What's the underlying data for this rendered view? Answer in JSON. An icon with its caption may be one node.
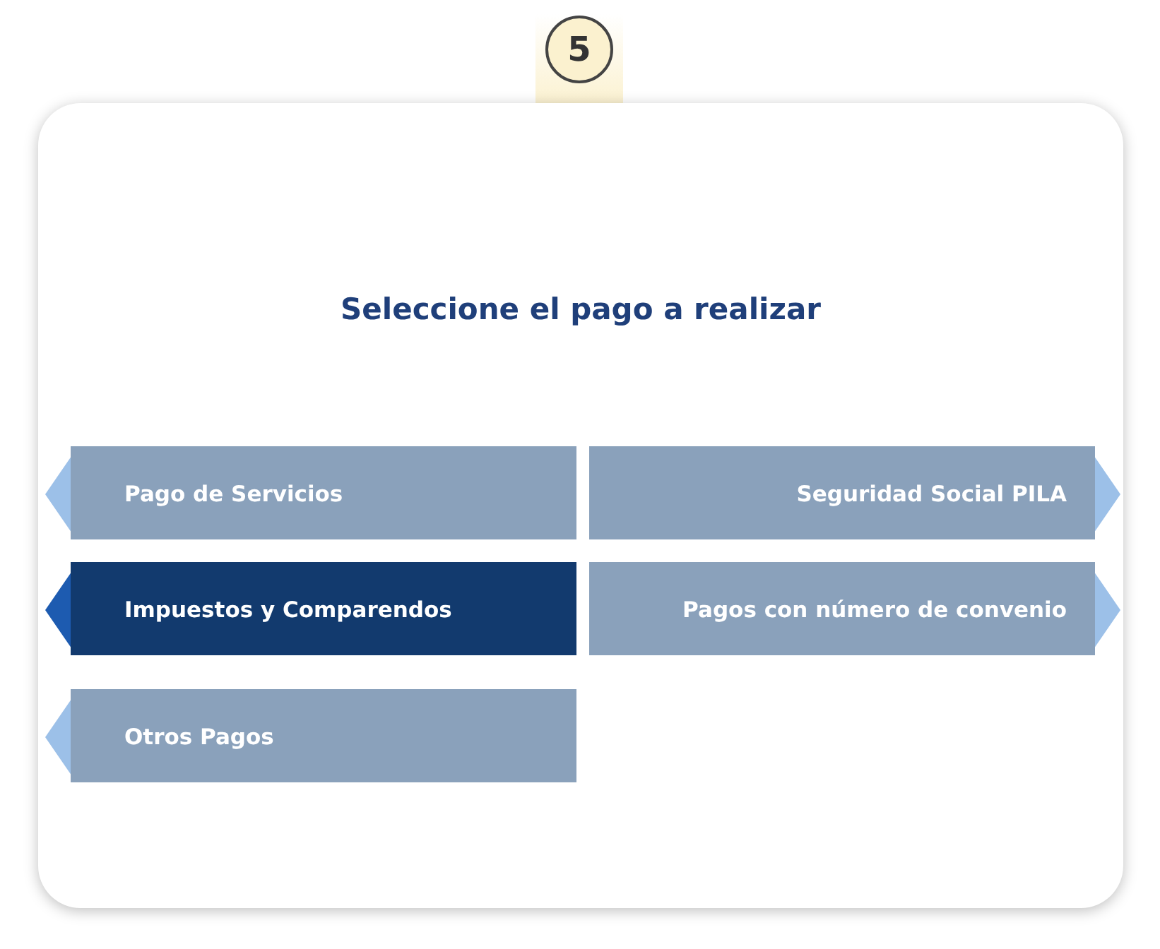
{
  "diagram": {
    "nodes": [
      {
        "text": [
          "5"
        ]
      },
      {
        "text": [
          "Seleccione el pago a realizar"
        ]
      },
      {
        "text": [
          "Pago de Servicios"
        ],
        "in": 1
      },
      {
        "text": [
          "Seguridad Social PILA"
        ],
        "in": 1
      },
      {
        "text": [
          "Impuestos y Comparendos"
        ],
        "in": 1
      },
      {
        "text": [
          "Pagos con número de convenio"
        ],
        "in": 1
      },
      {
        "text": [
          "Otros Pagos"
        ],
        "in": 1
      }
    ]
  }
}
